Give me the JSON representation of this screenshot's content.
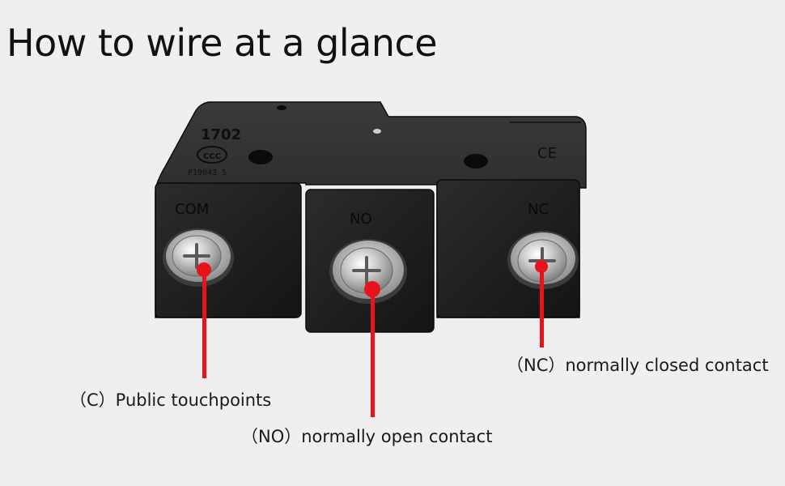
{
  "title": "How to wire at a glance",
  "switch": {
    "model": "1702",
    "date_code": "P19043 5",
    "ce_mark": "CE",
    "terminals": {
      "com": "COM",
      "no": "NO",
      "nc": "NC"
    }
  },
  "callouts": {
    "common": "（C）Public touchpoints",
    "normally_open": "（NO）normally open contact",
    "normally_closed": "（NC）normally closed contact"
  },
  "colors": {
    "background": "#efefef",
    "switch_body": "#2a2a2a",
    "pointer": "#e8141c",
    "screw": "#cfcfcf"
  }
}
